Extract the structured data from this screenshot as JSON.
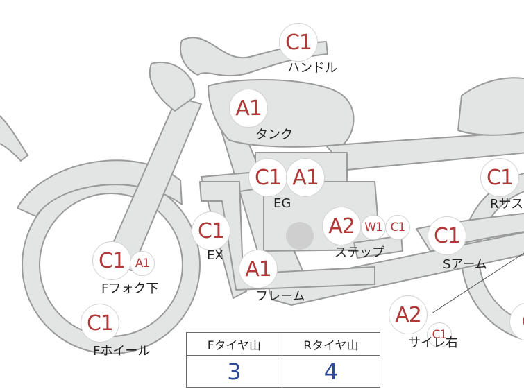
{
  "parts": {
    "handle": {
      "label": "ハンドル",
      "badges": [
        "C1"
      ]
    },
    "tank": {
      "label": "タンク",
      "badges": [
        "A1"
      ]
    },
    "engine": {
      "label": "EG",
      "badges": [
        "C1",
        "A1"
      ]
    },
    "rsus": {
      "label": "Rサス",
      "badges": [
        "C1"
      ]
    },
    "exhaust": {
      "label": "EX",
      "badges": [
        "C1"
      ]
    },
    "step": {
      "label": "ステップ",
      "badges": [
        "A2",
        "W1",
        "C1"
      ]
    },
    "sarm": {
      "label": "Sアーム",
      "badges": [
        "C1"
      ]
    },
    "ffork": {
      "label": "Fフォク下",
      "badges": [
        "C1",
        "A1"
      ]
    },
    "frame": {
      "label": "フレーム",
      "badges": [
        "A1"
      ]
    },
    "fwheel": {
      "label": "Fホイール",
      "badges": [
        "C1"
      ]
    },
    "silencer": {
      "label": "サイレ右",
      "badges": [
        "A2",
        "C1"
      ]
    },
    "rwheel": {
      "badges": [
        "C"
      ]
    }
  },
  "tire_table": {
    "front_label": "Fタイヤ山",
    "rear_label": "Rタイヤ山",
    "front_value": "3",
    "rear_value": "4"
  },
  "colors": {
    "bike_fill": "#e3e5e5",
    "bike_stroke": "#9a9a9a",
    "badge_text": "#b03a3a",
    "table_value": "#2d4a9a"
  }
}
